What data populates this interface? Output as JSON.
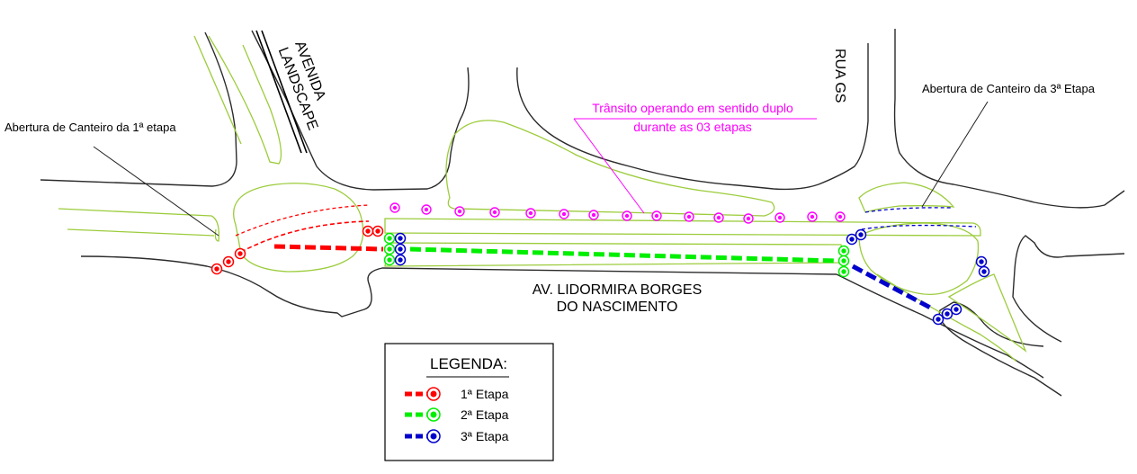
{
  "street_labels": {
    "avenida_landscape": [
      "AVENIDA",
      "LANDSCAPE"
    ],
    "rua_gs": "RUA GS",
    "av_lidormira": [
      "AV. LIDORMIRA BORGES",
      "DO NASCIMENTO"
    ]
  },
  "annotations": {
    "stage1_opening": "Abertura de Canteiro da 1ª etapa",
    "stage3_opening": "Abertura de Canteiro da 3ª Etapa",
    "two_way_traffic": [
      "Trânsito operando em sentido duplo",
      "durante as 03 etapas"
    ]
  },
  "legend": {
    "title": "LEGENDA:",
    "items": [
      {
        "label": "1ª Etapa",
        "color": "#ff0000"
      },
      {
        "label": "2ª Etapa",
        "color": "#00ee00"
      },
      {
        "label": "3ª Etapa",
        "color": "#0000cc"
      }
    ]
  },
  "colors": {
    "stage1": "#ff0000",
    "stage2": "#00ee00",
    "stage3": "#0000cc",
    "traffic": "#ff00ff",
    "median": "#9ccc3c",
    "road": "#2b2b2b"
  }
}
